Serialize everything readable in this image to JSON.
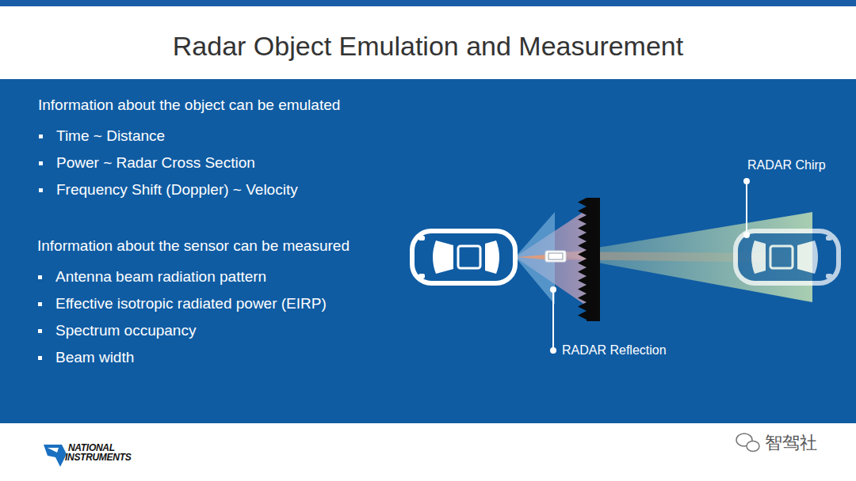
{
  "diagram": {
    "title": "Radar Object Emulation and Measurement",
    "labels": [
      "Information about the object can be emulated",
      "Time ~ Distance",
      "Power ~ Radar Cross Section",
      "Frequency Shift (Doppler) ~ Velocity",
      "Information about the sensor can be measured",
      "Antenna beam radiation pattern",
      "Effective isotropic radiated power (EIRP)",
      "Spectrum occupancy",
      "Beam width",
      "RADAR Chirp",
      "RADAR Reflection",
      "NATIONAL",
      "INSTRUMENTS",
      "智驾社"
    ]
  }
}
